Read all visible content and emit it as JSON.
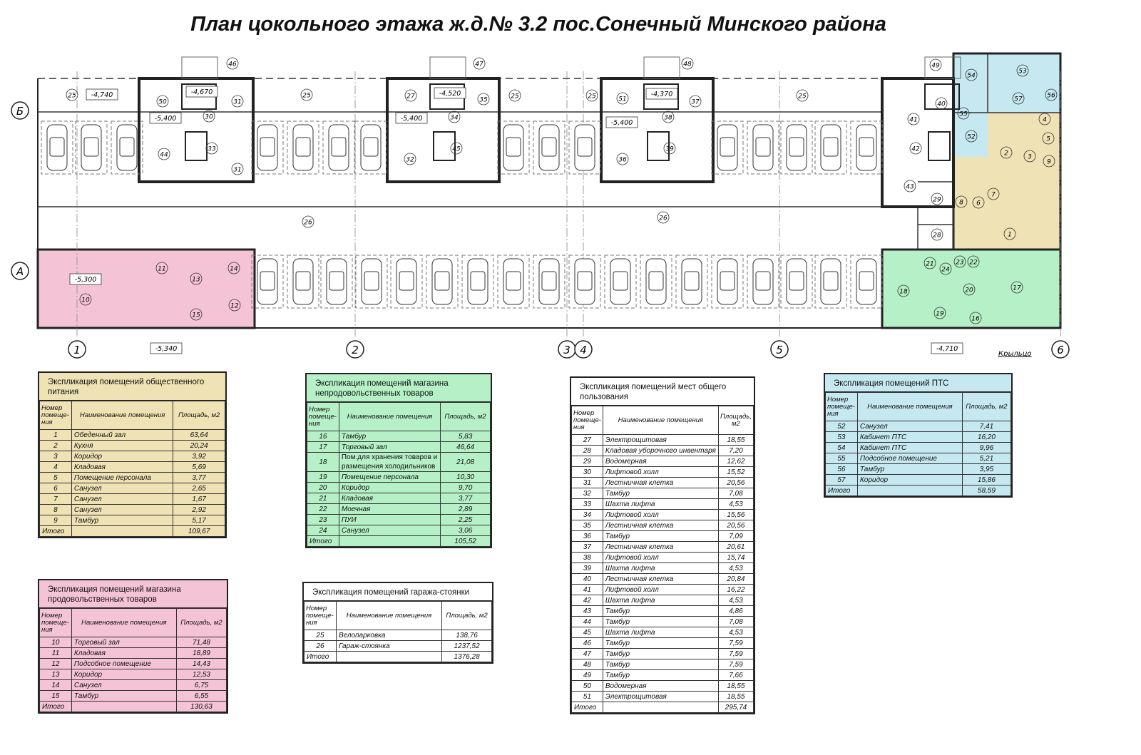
{
  "title": "План цокольного этажа ж.д.№ 3.2 пос.Сонечный Минского района",
  "colors": {
    "food": "#efe2b4",
    "nonfood": "#b5f0c6",
    "mop": "#ffffff",
    "pts": "#c6e8f0",
    "grocery": "#f5c3d6",
    "garage": "#ffffff"
  },
  "plan": {
    "axes_vertical": [
      "1",
      "2",
      "3",
      "4",
      "5",
      "6"
    ],
    "axes_horizontal": [
      "Б",
      "А"
    ],
    "room_numbers": [
      "25",
      "25",
      "25",
      "25",
      "25",
      "50",
      "30",
      "31",
      "31",
      "33",
      "44",
      "46",
      "27",
      "35",
      "34",
      "45",
      "32",
      "47",
      "51",
      "37",
      "38",
      "39",
      "36",
      "48",
      "49",
      "40",
      "41",
      "42",
      "43",
      "29",
      "28",
      "26",
      "26",
      "54",
      "53",
      "57",
      "56",
      "55",
      "52",
      "4",
      "2",
      "3",
      "5",
      "9",
      "7",
      "8",
      "6",
      "1",
      "11",
      "13",
      "14",
      "10",
      "12",
      "15",
      "21",
      "24",
      "23",
      "22",
      "18",
      "20",
      "17",
      "19",
      "16"
    ],
    "levels": [
      "-4,740",
      "-4,670",
      "-5,400",
      "-4,520",
      "-5,400",
      "-4,370",
      "-5,400",
      "-5,300",
      "-5,340",
      "-4,710"
    ],
    "porch_label": "Крыльцо"
  },
  "tables": [
    {
      "id": "food",
      "title": "Экспликация помещений общественного питания",
      "headers": [
        "Номер помеще-ния",
        "Наименование помещения",
        "Площадь, м2"
      ],
      "rows": [
        [
          "1",
          "Обеденный зал",
          "63,64"
        ],
        [
          "2",
          "Кухня",
          "20,24"
        ],
        [
          "3",
          "Коридор",
          "3,92"
        ],
        [
          "4",
          "Кладовая",
          "5,69"
        ],
        [
          "5",
          "Помещение персонала",
          "3,77"
        ],
        [
          "6",
          "Санузел",
          "2,65"
        ],
        [
          "7",
          "Санузел",
          "1,67"
        ],
        [
          "8",
          "Санузел",
          "2,92"
        ],
        [
          "9",
          "Тамбур",
          "5,17"
        ]
      ],
      "total_label": "Итого",
      "total": "109,67"
    },
    {
      "id": "nonfood",
      "title": "Экспликация помещений магазина непродовольственных товаров",
      "headers": [
        "Номер помеще-ния",
        "Наименование помещения",
        "Площадь, м2"
      ],
      "rows": [
        [
          "16",
          "Тамбур",
          "5,83"
        ],
        [
          "17",
          "Торговый зал",
          "46,64"
        ],
        [
          "18",
          "Пом.для хранения товаров и размещения холодильников",
          "21,08"
        ],
        [
          "19",
          "Помещение персонала",
          "10,30"
        ],
        [
          "20",
          "Коридор",
          "9,70"
        ],
        [
          "21",
          "Кладовая",
          "3,77"
        ],
        [
          "22",
          "Моечная",
          "2,89"
        ],
        [
          "23",
          "ПУИ",
          "2,25"
        ],
        [
          "24",
          "Санузел",
          "3,06"
        ]
      ],
      "total_label": "Итого",
      "total": "105,52"
    },
    {
      "id": "mop",
      "title": "Экспликация помещений мест общего пользования",
      "headers": [
        "Номер помеще-ния",
        "Наименование помещения",
        "Площадь, м2"
      ],
      "rows": [
        [
          "27",
          "Электрощитовая",
          "18,55"
        ],
        [
          "28",
          "Кладовая уборочного инвентаря",
          "7,20"
        ],
        [
          "29",
          "Водомерная",
          "12,62"
        ],
        [
          "30",
          "Лифтовой холл",
          "15,52"
        ],
        [
          "31",
          "Лестничная клетка",
          "20,56"
        ],
        [
          "32",
          "Тамбур",
          "7,08"
        ],
        [
          "33",
          "Шахта лифта",
          "4,53"
        ],
        [
          "34",
          "Лифтовой холл",
          "15,56"
        ],
        [
          "35",
          "Лестничная клетка",
          "20,56"
        ],
        [
          "36",
          "Тамбур",
          "7,09"
        ],
        [
          "37",
          "Лестничная клетка",
          "20,61"
        ],
        [
          "38",
          "Лифтовой холл",
          "15,74"
        ],
        [
          "39",
          "Шахта лифта",
          "4,53"
        ],
        [
          "40",
          "Лестничная клетка",
          "20,84"
        ],
        [
          "41",
          "Лифтовой холл",
          "16,22"
        ],
        [
          "42",
          "Шахта лифта",
          "4,53"
        ],
        [
          "43",
          "Тамбур",
          "4,86"
        ],
        [
          "44",
          "Тамбур",
          "7,08"
        ],
        [
          "45",
          "Шахта лифта",
          "4,53"
        ],
        [
          "46",
          "Тамбур",
          "7,59"
        ],
        [
          "47",
          "Тамбур",
          "7,59"
        ],
        [
          "48",
          "Тамбур",
          "7,59"
        ],
        [
          "49",
          "Тамбур",
          "7,66"
        ],
        [
          "50",
          "Водомерная",
          "18,55"
        ],
        [
          "51",
          "Электрощитовая",
          "18,55"
        ]
      ],
      "total_label": "Итого",
      "total": "295,74"
    },
    {
      "id": "pts",
      "title": "Экспликация помещений ПТС",
      "headers": [
        "Номер помеще-ния",
        "Наименование помещения",
        "Площадь, м2"
      ],
      "rows": [
        [
          "52",
          "Санузел",
          "7,41"
        ],
        [
          "53",
          "Кабинет ПТС",
          "16,20"
        ],
        [
          "54",
          "Кабинет ПТС",
          "9,96"
        ],
        [
          "55",
          "Подсобное помещение",
          "5,21"
        ],
        [
          "56",
          "Тамбур",
          "3,95"
        ],
        [
          "57",
          "Коридор",
          "15,86"
        ]
      ],
      "total_label": "Итого",
      "total": "58,59"
    },
    {
      "id": "grocery",
      "title": "Экспликация помещений магазина продовольственных товаров",
      "headers": [
        "Номер помеще-ния",
        "Наименование помещения",
        "Площадь, м2"
      ],
      "rows": [
        [
          "10",
          "Торговый зал",
          "71,48"
        ],
        [
          "11",
          "Кладовая",
          "18,89"
        ],
        [
          "12",
          "Подсобное помещение",
          "14,43"
        ],
        [
          "13",
          "Коридор",
          "12,53"
        ],
        [
          "14",
          "Санузел",
          "6,75"
        ],
        [
          "15",
          "Тамбур",
          "6,55"
        ]
      ],
      "total_label": "Итого",
      "total": "130,63"
    },
    {
      "id": "garage",
      "title": "Экспликация помещений гаража-стоянки",
      "headers": [
        "Номер помеще-ния",
        "Наименование помещения",
        "Площадь, м2"
      ],
      "rows": [
        [
          "25",
          "Велопарковка",
          "138,76"
        ],
        [
          "26",
          "Гараж-стоянка",
          "1237,52"
        ]
      ],
      "total_label": "Итого",
      "total": "1376,28"
    }
  ]
}
